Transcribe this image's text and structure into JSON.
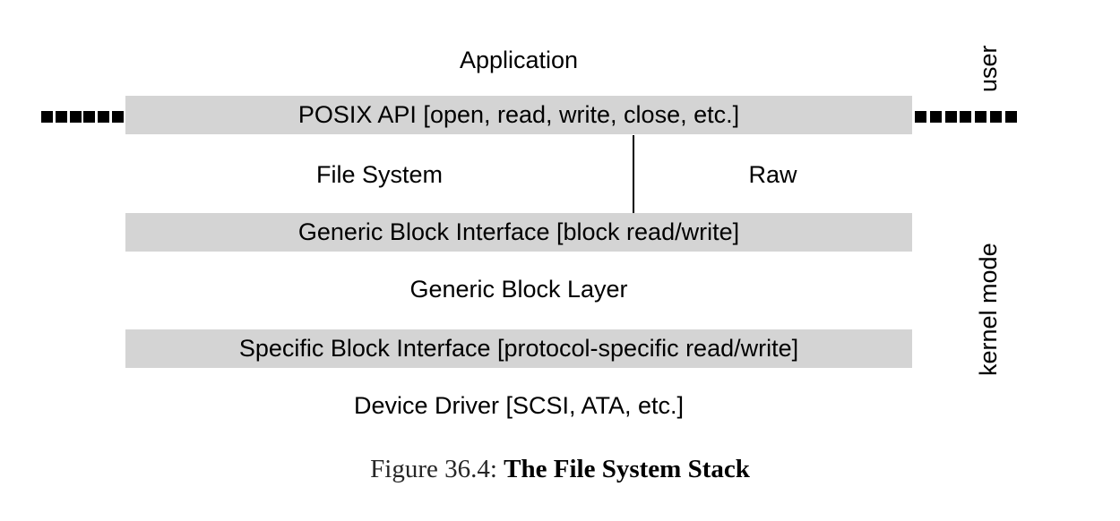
{
  "figure": {
    "caption_label": "Figure 36.4:",
    "caption_title": "The File System Stack",
    "background_color": "#ffffff",
    "shade_color": "#d4d4d4",
    "line_color": "#000000"
  },
  "side_labels": {
    "user": "user",
    "kernel_mode": "kernel mode"
  },
  "layers": [
    {
      "id": "application",
      "label": "Application",
      "shaded": false
    },
    {
      "id": "posix-api",
      "label": "POSIX API [open, read, write, close, etc.]",
      "shaded": true
    },
    {
      "id": "generic-block-if",
      "label": "Generic Block Interface [block read/write]",
      "shaded": true
    },
    {
      "id": "generic-block-lyr",
      "label": "Generic Block Layer",
      "shaded": false
    },
    {
      "id": "specific-block-if",
      "label": "Specific Block Interface [protocol-specific read/write]",
      "shaded": true
    },
    {
      "id": "device-driver",
      "label": "Device Driver [SCSI, ATA, etc.]",
      "shaded": false
    }
  ],
  "split_row": {
    "left_label": "File System",
    "right_label": "Raw"
  },
  "dashes": {
    "left_count": 6,
    "right_count": 7
  }
}
